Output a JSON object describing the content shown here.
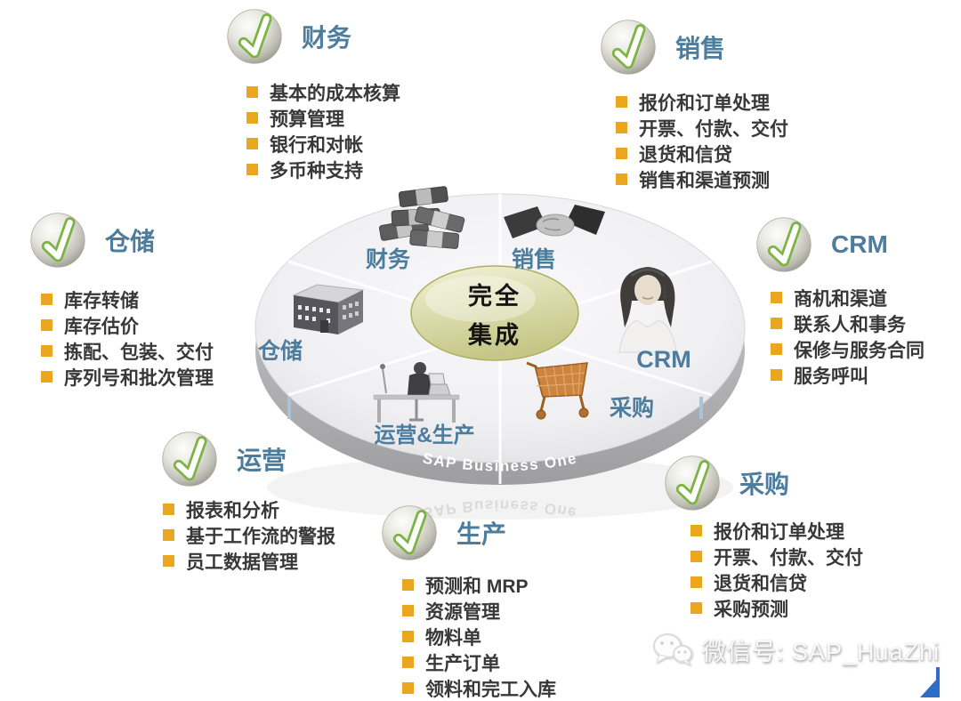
{
  "colors": {
    "title_blue": "#4C7C9E",
    "bullet_orange": "#EAA61F",
    "check_green": "#7DB342",
    "disc_gray": "#F0F0F2",
    "rim_gray": "#A8A8AA",
    "center_ellipse_fill": "#D6D79B",
    "cart_orange": "#C9803A",
    "corner_blue": "#2F6CC8"
  },
  "sections": {
    "finance": {
      "title": "财务",
      "icon": "check-icon",
      "items": [
        "基本的成本核算",
        "预算管理",
        "银行和对帐",
        "多币种支持"
      ]
    },
    "sales": {
      "title": "销售",
      "icon": "check-icon",
      "items": [
        "报价和订单处理",
        "开票、付款、交付",
        "退货和信贷",
        "销售和渠道预测"
      ]
    },
    "warehouse": {
      "title": "仓储",
      "icon": "check-icon",
      "items": [
        "库存转储",
        "库存估价",
        "拣配、包装、交付",
        "序列号和批次管理"
      ]
    },
    "crm": {
      "title": "CRM",
      "icon": "check-icon",
      "items": [
        "商机和渠道",
        "联系人和事务",
        "保修与服务合同",
        "服务呼叫"
      ]
    },
    "operations": {
      "title": "运营",
      "icon": "check-icon",
      "items": [
        "报表和分析",
        "基于工作流的警报",
        "员工数据管理"
      ]
    },
    "production": {
      "title": "生产",
      "icon": "check-icon",
      "items": [
        "预测和 MRP",
        "资源管理",
        "物料单",
        "生产订单",
        "领料和完工入库"
      ]
    },
    "purchasing": {
      "title": "采购",
      "icon": "check-icon",
      "items": [
        "报价和订单处理",
        "开票、付款、交付",
        "退货和信贷",
        "采购预测"
      ]
    }
  },
  "wheel": {
    "center": {
      "line1": "完全",
      "line2": "集成"
    },
    "rim_label": "SAP Business One",
    "sectors": {
      "finance": "财务",
      "sales": "销售",
      "warehouse": "仓储",
      "crm": "CRM",
      "purchasing": "采购",
      "operations_production": "运营&生产"
    },
    "sector_icons": [
      "money-stacks",
      "handshake",
      "warehouse-building",
      "support-agent-photo",
      "shopping-cart",
      "office-worker"
    ]
  },
  "watermark": {
    "icon": "wechat-icon",
    "label": "微信号: SAP_HuaZhi"
  }
}
